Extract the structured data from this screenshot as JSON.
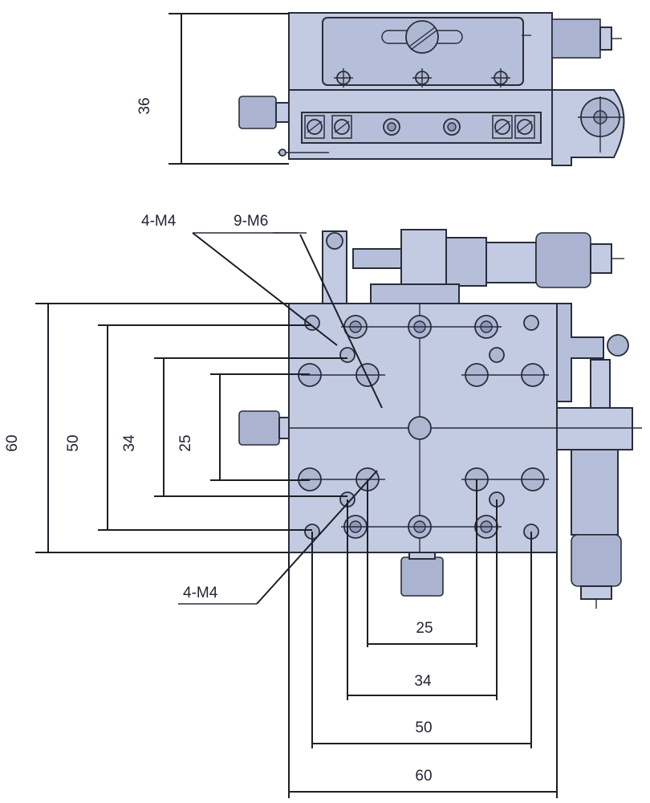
{
  "side_view": {
    "height_label": "36"
  },
  "top_view": {
    "callouts": {
      "upper_left": "4-M4",
      "upper_right": "9-M6",
      "lower_left": "4-M4"
    },
    "vertical_dims": [
      "60",
      "50",
      "34",
      "25"
    ],
    "horizontal_dims": [
      "25",
      "34",
      "50",
      "60"
    ]
  },
  "colors": {
    "body": "#c3cbe2",
    "line": "#2a2d3a"
  }
}
